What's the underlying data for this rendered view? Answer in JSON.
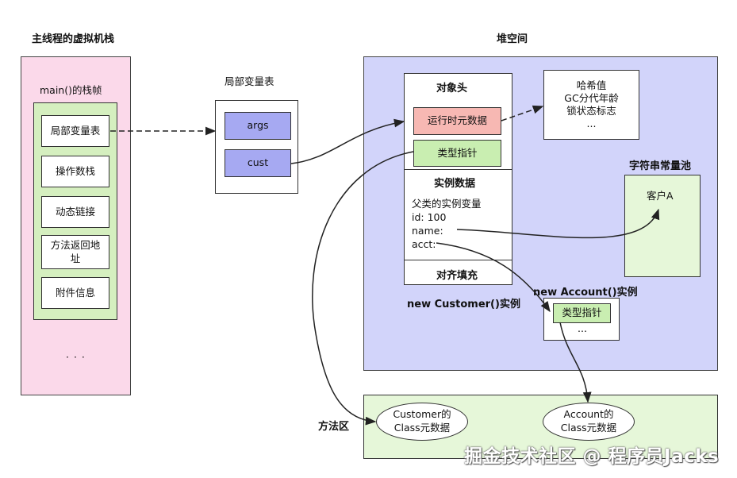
{
  "stack": {
    "title": "主线程的虚拟机栈",
    "frame_label": "main()的栈帧",
    "items": [
      "局部变量表",
      "操作数栈",
      "动态链接",
      "方法返回地址",
      "附件信息"
    ],
    "ellipsis": "· · ·"
  },
  "locals": {
    "title": "局部变量表",
    "items": [
      "args",
      "cust"
    ]
  },
  "heap": {
    "title": "堆空间",
    "customer": {
      "header_title": "对象头",
      "runtime_metadata": "运行时元数据",
      "type_pointer": "类型指针",
      "instance_title": "实例数据",
      "fields": [
        "父类的实例变量",
        "id: 100",
        "name:",
        "acct:"
      ],
      "padding": "对齐填充",
      "caption": "new Customer()实例"
    },
    "mark_word": {
      "lines": [
        "哈希值",
        "GC分代年龄",
        "锁状态标志",
        "..."
      ]
    },
    "string_pool": {
      "title": "字符串常量池",
      "item": "客户A"
    },
    "account": {
      "caption": "new Account()实例",
      "type_pointer": "类型指针",
      "ellipsis": "..."
    }
  },
  "method_area": {
    "label": "方法区",
    "customer_class": "Customer的\nClass元数据",
    "account_class": "Account的\nClass元数据"
  },
  "watermark": "掘金技术社区 @ 程序员Jacks"
}
